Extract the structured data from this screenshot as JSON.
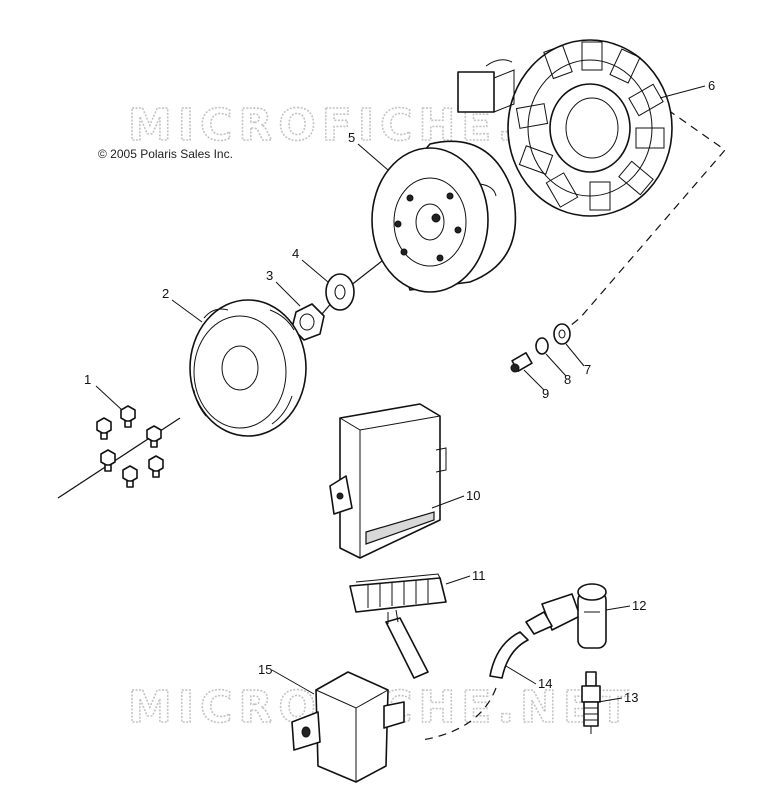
{
  "copyright": "© 2005 Polaris Sales Inc.",
  "watermark": "MICROFICHE.NET",
  "callouts": {
    "c1": "1",
    "c2": "2",
    "c3": "3",
    "c4": "4",
    "c5": "5",
    "c6": "6",
    "c7": "7",
    "c8": "8",
    "c9": "9",
    "c10": "10",
    "c11": "11",
    "c12": "12",
    "c13": "13",
    "c14": "14",
    "c15": "15"
  },
  "colors": {
    "line": "#111111",
    "watermark": "#c4c4c4",
    "background": "#ffffff"
  }
}
